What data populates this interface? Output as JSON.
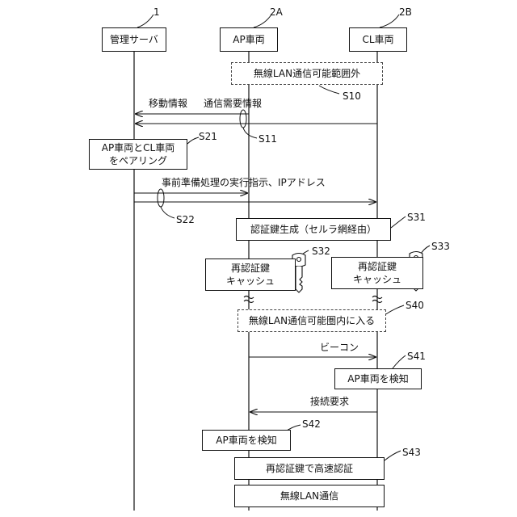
{
  "entities": {
    "server": {
      "ref": "1",
      "label": "管理サーバ"
    },
    "ap": {
      "ref": "2A",
      "label": "AP車両"
    },
    "cl": {
      "ref": "2B",
      "label": "CL車両"
    }
  },
  "steps": {
    "s10": {
      "id": "S10",
      "text": "無線LAN通信可能範囲外"
    },
    "s11": {
      "id": "S11",
      "text_move": "移動情報",
      "text_demand": "通信需要情報"
    },
    "s21": {
      "id": "S21",
      "line1": "AP車両とCL車両",
      "line2": "をペアリング"
    },
    "s22": {
      "id": "S22",
      "text": "事前準備処理の実行指示、IPアドレス"
    },
    "s31": {
      "id": "S31",
      "text": "認証鍵生成（セルラ網経由）"
    },
    "s32": {
      "id": "S32",
      "line1": "再認証鍵",
      "line2": "キャッシュ"
    },
    "s33": {
      "id": "S33",
      "line1": "再認証鍵",
      "line2": "キャッシュ"
    },
    "s40": {
      "id": "S40",
      "text": "無線LAN通信可能圏内に入る"
    },
    "beacon": {
      "text": "ビーコン"
    },
    "s41": {
      "id": "S41",
      "text": "AP車両を検知"
    },
    "connect": {
      "text": "接続要求"
    },
    "s42": {
      "id": "S42",
      "text": "AP車両を検知"
    },
    "s43": {
      "id": "S43",
      "text": "再認証鍵で高速認証"
    },
    "wlan": {
      "text": "無線LAN通信"
    }
  }
}
